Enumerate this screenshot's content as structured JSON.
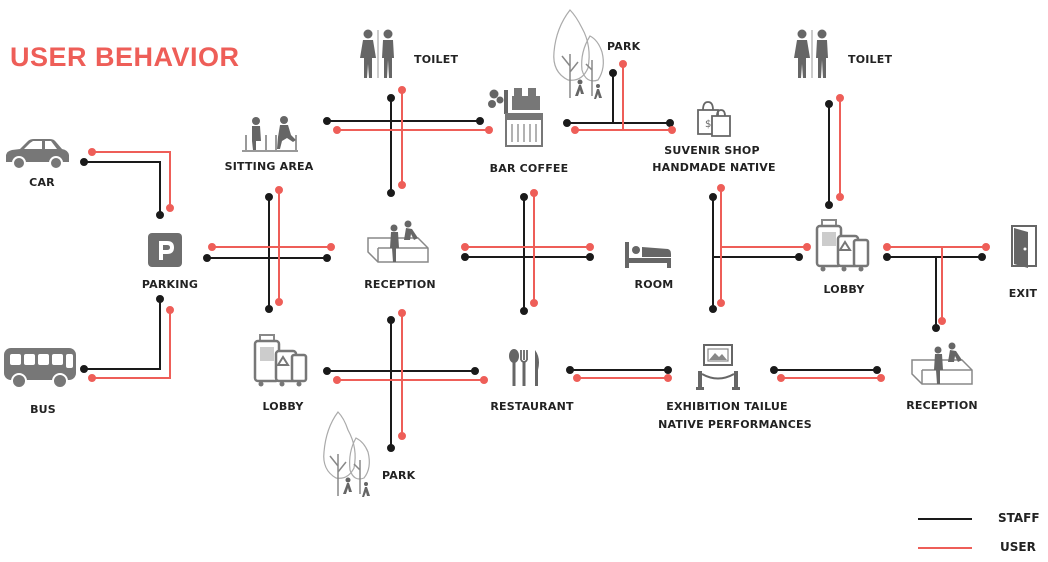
{
  "title": "USER BEHAVIOR",
  "colors": {
    "staff": "#1a1a1a",
    "user": "#ee5e58",
    "icon": "#777777"
  },
  "labels": {
    "car": "CAR",
    "bus": "BUS",
    "parking": "PARKING",
    "sitting_area": "SITTING AREA",
    "lobby_left": "LOBBY",
    "toilet_left": "TOILET",
    "reception_center": "RECEPTION",
    "park_bottom": "PARK",
    "bar_coffee": "BAR COFFEE",
    "restaurant": "RESTAURANT",
    "park_top": "PARK",
    "souvenir_line1": "SUVENIR SHOP",
    "souvenir_line2": "HANDMADE NATIVE",
    "room": "ROOM",
    "exhibition_line1": "EXHIBITION TAILUE",
    "exhibition_line2": "NATIVE PERFORMANCES",
    "toilet_right": "TOILET",
    "lobby_right": "LOBBY",
    "reception_right": "RECEPTION",
    "exit": "EXIT"
  },
  "legend": {
    "staff": "STAFF",
    "user": "USER"
  },
  "icons": {
    "car": "car-icon",
    "bus": "bus-icon",
    "parking": "parking-icon",
    "sitting_area": "sitting-area-icon",
    "lobby": "luggage-icon",
    "toilet": "toilet-people-icon",
    "reception": "reception-desk-icon",
    "park": "park-tree-icon",
    "bar_coffee": "coffee-machine-icon",
    "restaurant": "cutlery-icon",
    "souvenir": "shopping-bags-icon",
    "room": "bed-icon",
    "exhibition": "exhibition-frame-icon",
    "exit": "exit-door-icon"
  }
}
